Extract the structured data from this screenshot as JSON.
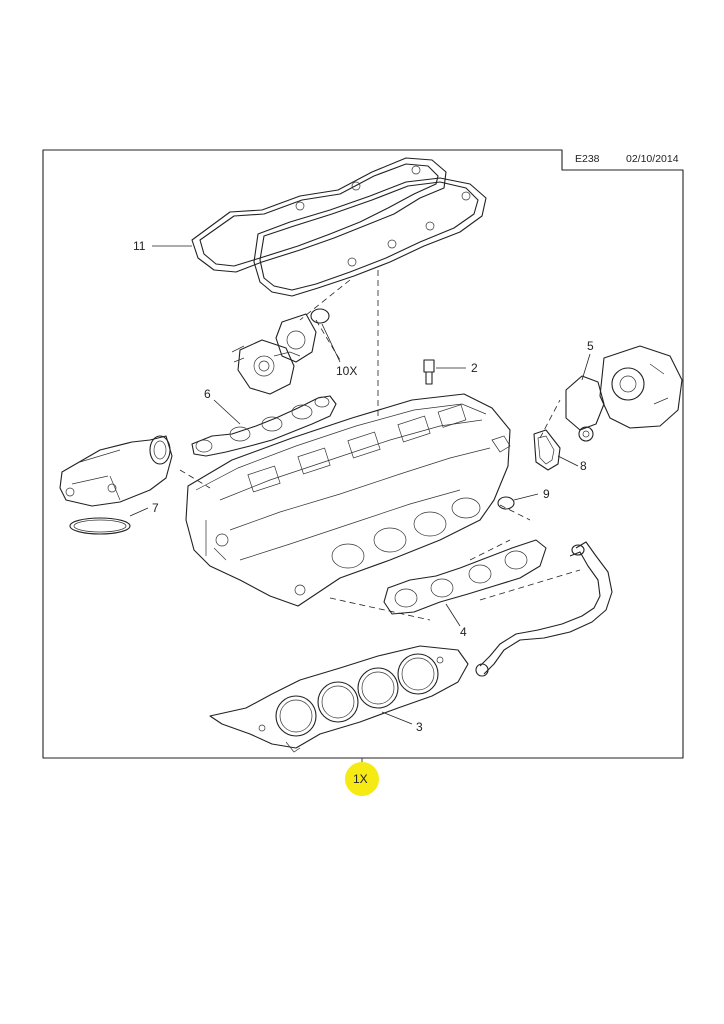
{
  "header": {
    "code": "E238",
    "date": "02/10/2014"
  },
  "callouts": [
    {
      "id": "11",
      "label": "11"
    },
    {
      "id": "10x",
      "label": "10X"
    },
    {
      "id": "2",
      "label": "2"
    },
    {
      "id": "5",
      "label": "5"
    },
    {
      "id": "6",
      "label": "6"
    },
    {
      "id": "8",
      "label": "8"
    },
    {
      "id": "9",
      "label": "9"
    },
    {
      "id": "7",
      "label": "7"
    },
    {
      "id": "4",
      "label": "4"
    },
    {
      "id": "3",
      "label": "3"
    }
  ],
  "kit_badge": {
    "label": "1X",
    "color": "#f5ea14"
  },
  "icons": [
    "valve-cover-gasket-icon",
    "cylinder-head-icon",
    "head-gasket-icon",
    "exhaust-manifold-gasket-icon",
    "intake-gasket-icon",
    "thermostat-housing-icon",
    "vacuum-pump-icon",
    "coolant-hose-icon",
    "sensor-icon",
    "o-ring-icon"
  ]
}
